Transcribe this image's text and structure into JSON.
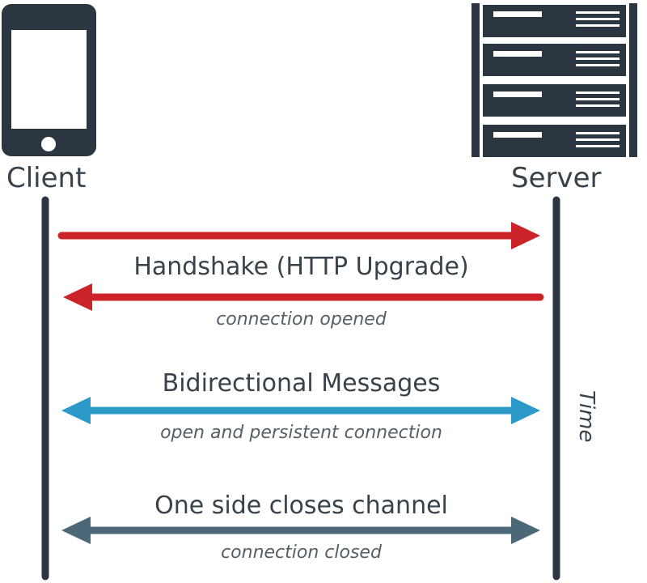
{
  "actors": {
    "client": "Client",
    "server": "Server"
  },
  "time_label": "Time",
  "steps": [
    {
      "title": "Handshake (HTTP Upgrade)",
      "note": "connection opened"
    },
    {
      "title": "Bidirectional Messages",
      "note": "open and persistent connection"
    },
    {
      "title": "One side closes channel",
      "note": "connection closed"
    }
  ],
  "colors": {
    "dark": "#2b3640",
    "handshake": "#cc2229",
    "messages": "#2c9ac8",
    "close": "#4c6878"
  },
  "icons": {
    "client": "smartphone-icon",
    "server": "server-rack-icon"
  }
}
